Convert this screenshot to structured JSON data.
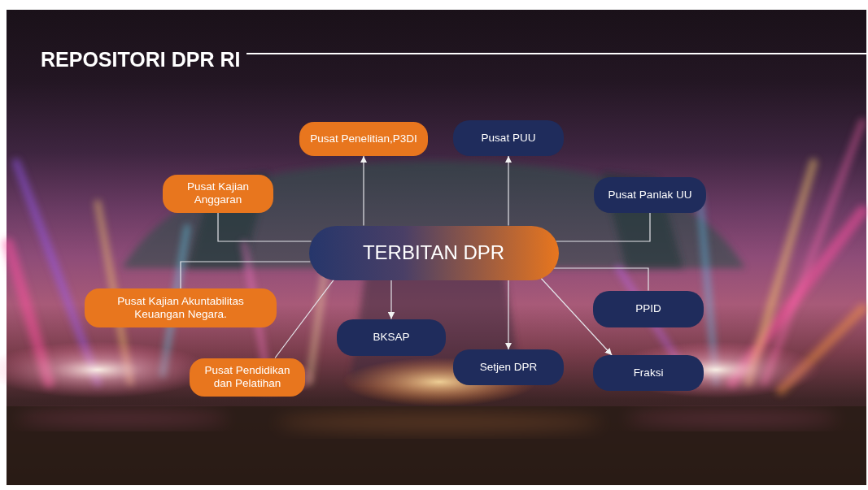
{
  "diagram": {
    "title": "REPOSITORI DPR RI",
    "nodes": [
      {
        "text": [
          "Pusat Penelitian,P3DI"
        ]
      },
      {
        "text": [
          "Pusat PUU"
        ]
      },
      {
        "text": [
          "Pusat Kajian Anggaran"
        ]
      },
      {
        "text": [
          "Pusat Panlak UU"
        ]
      },
      {
        "text": [
          "TERBITAN DPR"
        ]
      },
      {
        "text": [
          "Pusat Kajian Akuntabilitas Keuangan Negara."
        ]
      },
      {
        "text": [
          "PPID"
        ]
      },
      {
        "text": [
          "BKSAP"
        ]
      },
      {
        "text": [
          "Setjen DPR"
        ]
      },
      {
        "text": [
          "Pusat Pendidikan dan Pelatihan"
        ]
      },
      {
        "text": [
          "Fraksi"
        ]
      }
    ],
    "edges": [
      {
        "from": 4,
        "to": 0,
        "arrow": "to"
      },
      {
        "from": 4,
        "to": 1,
        "arrow": "to"
      },
      {
        "from": 4,
        "to": 2,
        "arrow": "none"
      },
      {
        "from": 4,
        "to": 3,
        "arrow": "none"
      },
      {
        "from": 4,
        "to": 5,
        "arrow": "none"
      },
      {
        "from": 4,
        "to": 6,
        "arrow": "none"
      },
      {
        "from": 4,
        "to": 7,
        "arrow": "to"
      },
      {
        "from": 4,
        "to": 8,
        "arrow": "to"
      },
      {
        "from": 4,
        "to": 9,
        "arrow": "none"
      },
      {
        "from": 4,
        "to": 10,
        "arrow": "to"
      }
    ]
  }
}
